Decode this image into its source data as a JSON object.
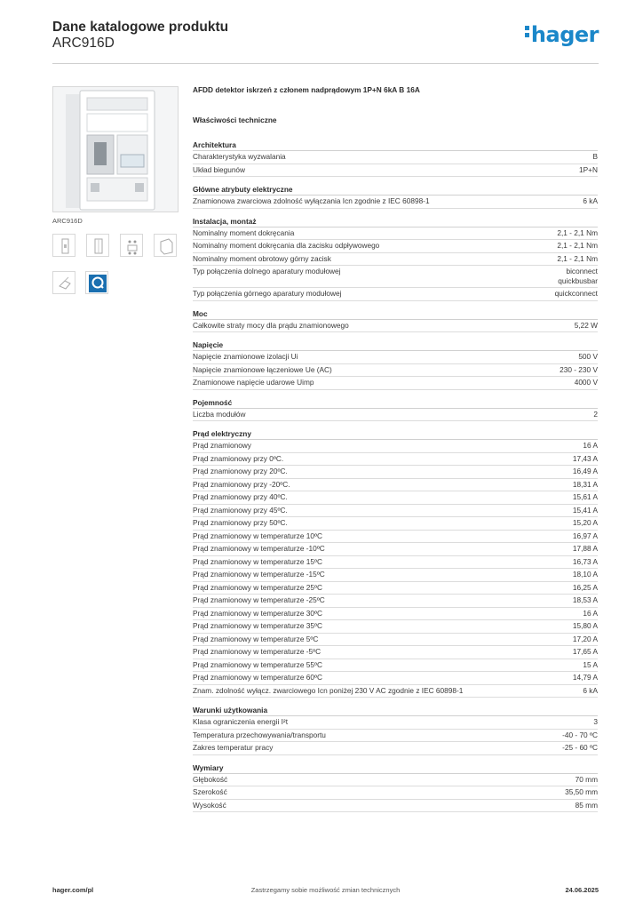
{
  "header": {
    "title": "Dane katalogowe produktu",
    "subtitle": "ARC916D",
    "logo_text": "hager",
    "brand_color": "#1b87c9"
  },
  "product": {
    "image_caption": "ARC916D",
    "description": "AFDD detektor iskrzeń z członem nadprądowym 1P+N 6kA B 16A",
    "properties_title": "Właściwości techniczne"
  },
  "sections": [
    {
      "title": "Architektura",
      "rows": [
        {
          "label": "Charakterystyka wyzwalania",
          "value": "B"
        },
        {
          "label": "Układ biegunów",
          "value": "1P+N"
        }
      ]
    },
    {
      "title": "Główne atrybuty elektryczne",
      "rows": [
        {
          "label": "Znamionowa zwarciowa zdolność wyłączania Icn zgodnie z IEC 60898-1",
          "value": "6 kA"
        }
      ]
    },
    {
      "title": "Instalacja, montaż",
      "rows": [
        {
          "label": "Nominalny moment dokręcania",
          "value": "2,1 - 2,1 Nm"
        },
        {
          "label": "Nominalny moment dokręcania dla zacisku odpływowego",
          "value": "2,1 - 2,1 Nm"
        },
        {
          "label": "Nominalny moment obrotowy górny zacisk",
          "value": "2,1 - 2,1 Nm"
        },
        {
          "label": "Typ połączenia dolnego aparatury modułowej",
          "value": "biconnect\nquickbusbar"
        },
        {
          "label": "Typ połączenia górnego aparatury modułowej",
          "value": "quickconnect"
        }
      ]
    },
    {
      "title": "Moc",
      "rows": [
        {
          "label": "Całkowite straty mocy dla prądu znamionowego",
          "value": "5,22 W"
        }
      ]
    },
    {
      "title": "Napięcie",
      "rows": [
        {
          "label": "Napięcie znamionowe izolacji Ui",
          "value": "500 V"
        },
        {
          "label": "Napięcie znamionowe łączeniowe Ue (AC)",
          "value": "230 - 230 V"
        },
        {
          "label": "Znamionowe napięcie udarowe Uimp",
          "value": "4000 V"
        }
      ]
    },
    {
      "title": "Pojemność",
      "rows": [
        {
          "label": "Liczba modułów",
          "value": "2"
        }
      ]
    },
    {
      "title": "Prąd elektryczny",
      "rows": [
        {
          "label": "Prąd znamionowy",
          "value": "16 A"
        },
        {
          "label": "Prąd znamionowy przy 0ºC.",
          "value": "17,43 A"
        },
        {
          "label": "Prąd znamionowy przy 20ºC.",
          "value": "16,49 A"
        },
        {
          "label": "Prąd znamionowy przy -20ºC.",
          "value": "18,31 A"
        },
        {
          "label": "Prąd znamionowy przy 40ºC.",
          "value": "15,61 A"
        },
        {
          "label": "Prąd znamionowy przy 45ºC.",
          "value": "15,41 A"
        },
        {
          "label": "Prąd znamionowy przy 50ºC.",
          "value": "15,20 A"
        },
        {
          "label": "Prąd znamionowy w temperaturze 10ºC",
          "value": "16,97 A"
        },
        {
          "label": "Prąd znamionowy w temperaturze -10ºC",
          "value": "17,88 A"
        },
        {
          "label": "Prąd znamionowy w temperaturze 15ºC",
          "value": "16,73 A"
        },
        {
          "label": "Prąd znamionowy w temperaturze -15ºC",
          "value": "18,10 A"
        },
        {
          "label": "Prąd znamionowy w temperaturze 25ºC",
          "value": "16,25 A"
        },
        {
          "label": "Prąd znamionowy w temperaturze -25ºC",
          "value": "18,53 A"
        },
        {
          "label": "Prąd znamionowy w temperaturze 30ºC",
          "value": "16 A"
        },
        {
          "label": "Prąd znamionowy w temperaturze 35ºC",
          "value": "15,80 A"
        },
        {
          "label": "Prąd znamionowy w temperaturze 5ºC",
          "value": "17,20 A"
        },
        {
          "label": "Prąd znamionowy w temperaturze -5ºC",
          "value": "17,65 A"
        },
        {
          "label": "Prąd znamionowy w temperaturze 55ºC",
          "value": "15 A"
        },
        {
          "label": "Prąd znamionowy w temperaturze 60ºC",
          "value": "14,79 A"
        },
        {
          "label": "Znam. zdolność wyłącz. zwarciowego Icn poniżej 230 V AC zgodnie z IEC 60898-1",
          "value": "6 kA"
        }
      ]
    },
    {
      "title": "Warunki użytkowania",
      "rows": [
        {
          "label": "Klasa ograniczenia energii I²t",
          "value": "3"
        },
        {
          "label": "Temperatura przechowywania/transportu",
          "value": "-40 - 70 ºC"
        },
        {
          "label": "Zakres temperatur pracy",
          "value": "-25 - 60 ºC"
        }
      ]
    },
    {
      "title": "Wymiary",
      "rows": [
        {
          "label": "Głębokość",
          "value": "70 mm"
        },
        {
          "label": "Szerokość",
          "value": "35,50 mm"
        },
        {
          "label": "Wysokość",
          "value": "85 mm"
        }
      ]
    }
  ],
  "footer": {
    "left": "hager.com/pl",
    "center": "Zastrzegamy sobie możliwość zmian technicznych",
    "right": "24.06.2025"
  }
}
